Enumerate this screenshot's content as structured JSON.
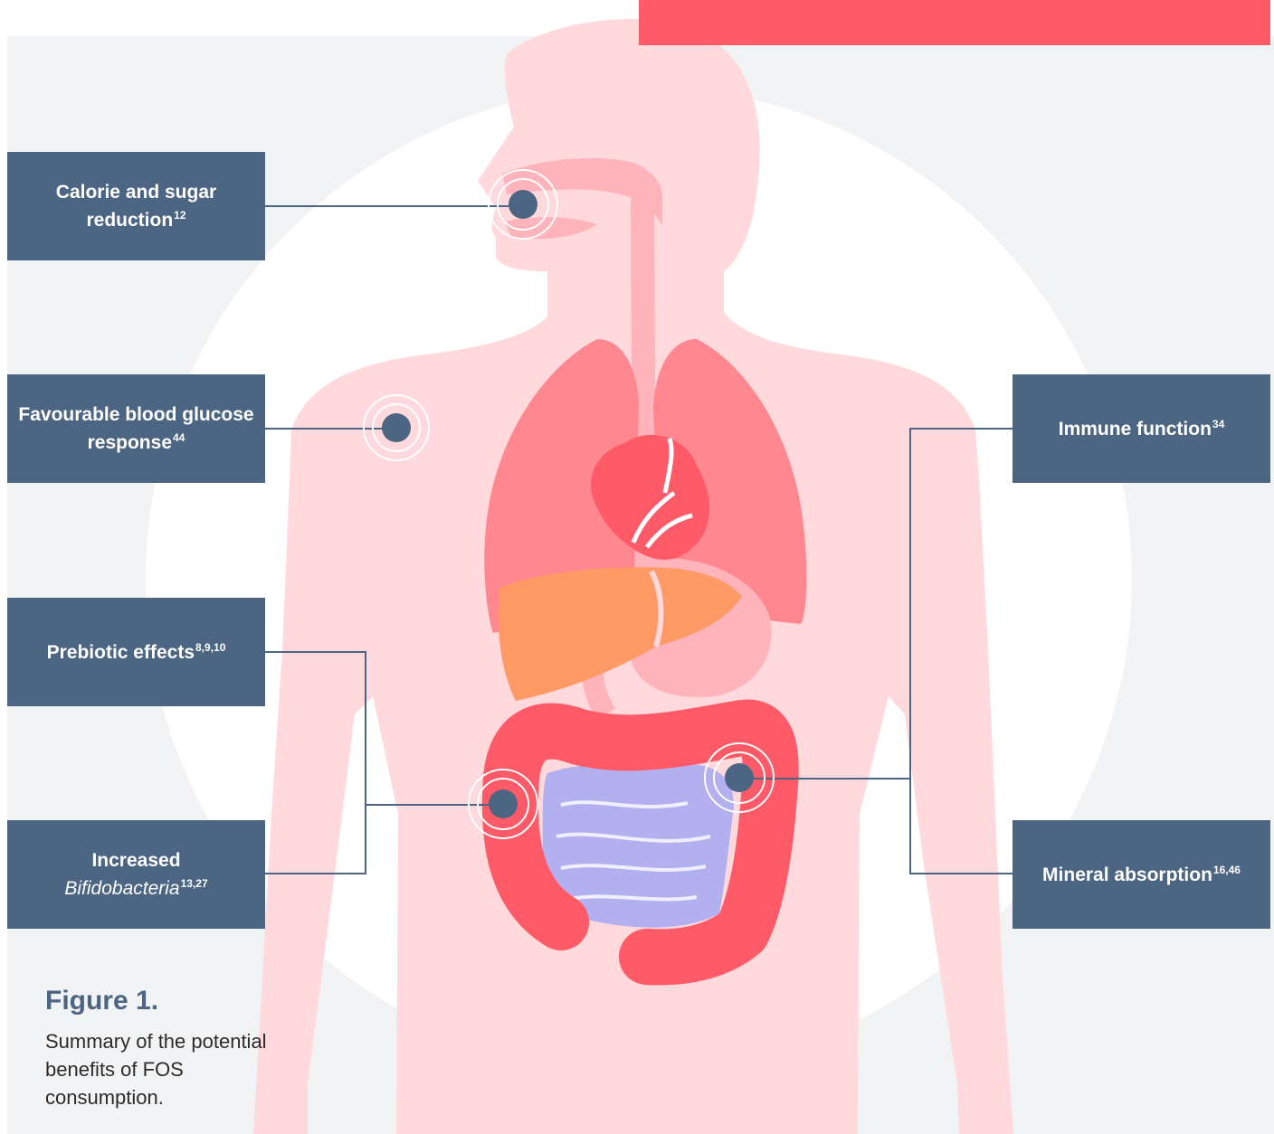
{
  "colors": {
    "panel": "#f2f3f5",
    "accent": "#ff5a67",
    "label_box": "#4c6583",
    "body": "#ffd9dc",
    "lungs": "#ff8890",
    "liver": "#ff9a66",
    "intestine_large": "#ff5a67",
    "intestine_small": "#b3b0f0"
  },
  "labels": {
    "calorie": {
      "text": "Calorie and sugar reduction",
      "sup": "12"
    },
    "glucose": {
      "text": "Favourable blood glucose response",
      "sup": "44"
    },
    "prebiotic": {
      "text": "Prebiotic effects",
      "sup": "8,9,10"
    },
    "bifido": {
      "line1": "Increased",
      "italic": "Bifidobacteria",
      "sup": "13,27"
    },
    "immune": {
      "text": "Immune function",
      "sup": "34"
    },
    "mineral": {
      "text": "Mineral absorption",
      "sup": "16,46"
    }
  },
  "figure": {
    "title": "Figure 1.",
    "caption": "Summary of the potential benefits of FOS consumption."
  }
}
